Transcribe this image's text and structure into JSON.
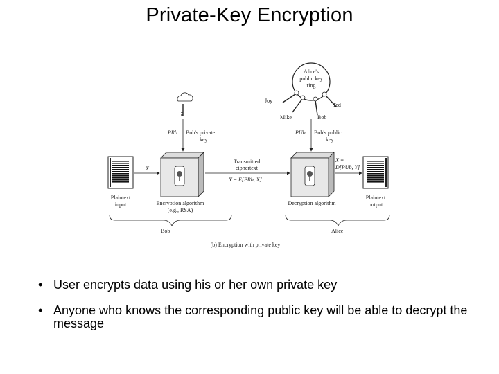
{
  "slide": {
    "title": "Private-Key Encryption",
    "bullets": [
      "User encrypts data using his or her own private key",
      "Anyone who knows the corresponding public key will be able to decrypt the message"
    ]
  },
  "figure": {
    "keyring": {
      "line1": "Alice's",
      "line2": "public key",
      "line3": "ring"
    },
    "key_owners": {
      "joy": "Joy",
      "ted": "Ted",
      "mike": "Mike",
      "bob": "Bob"
    },
    "private_key_symbol": "PRb",
    "private_key_label": {
      "line1": "Bob's private",
      "line2": "key"
    },
    "public_key_symbol": "PUb",
    "public_key_label": {
      "line1": "Bob's public",
      "line2": "key"
    },
    "input_symbol": "X",
    "transmitted": {
      "line1": "Transmitted",
      "line2": "ciphertext"
    },
    "ciphertext_formula": "Y = E[PRb, X]",
    "output_formula": {
      "line1": "X =",
      "line2": "D[PUb, Y]"
    },
    "plaintext_input": {
      "line1": "Plaintext",
      "line2": "input"
    },
    "encryption": {
      "line1": "Encryption algorithm",
      "line2": "(e.g., RSA)"
    },
    "decryption": {
      "line1": "Decryption algorithm"
    },
    "plaintext_output": {
      "line1": "Plaintext",
      "line2": "output"
    },
    "brace_left": "Bob",
    "brace_right": "Alice",
    "caption": "(b) Encryption with private key"
  }
}
